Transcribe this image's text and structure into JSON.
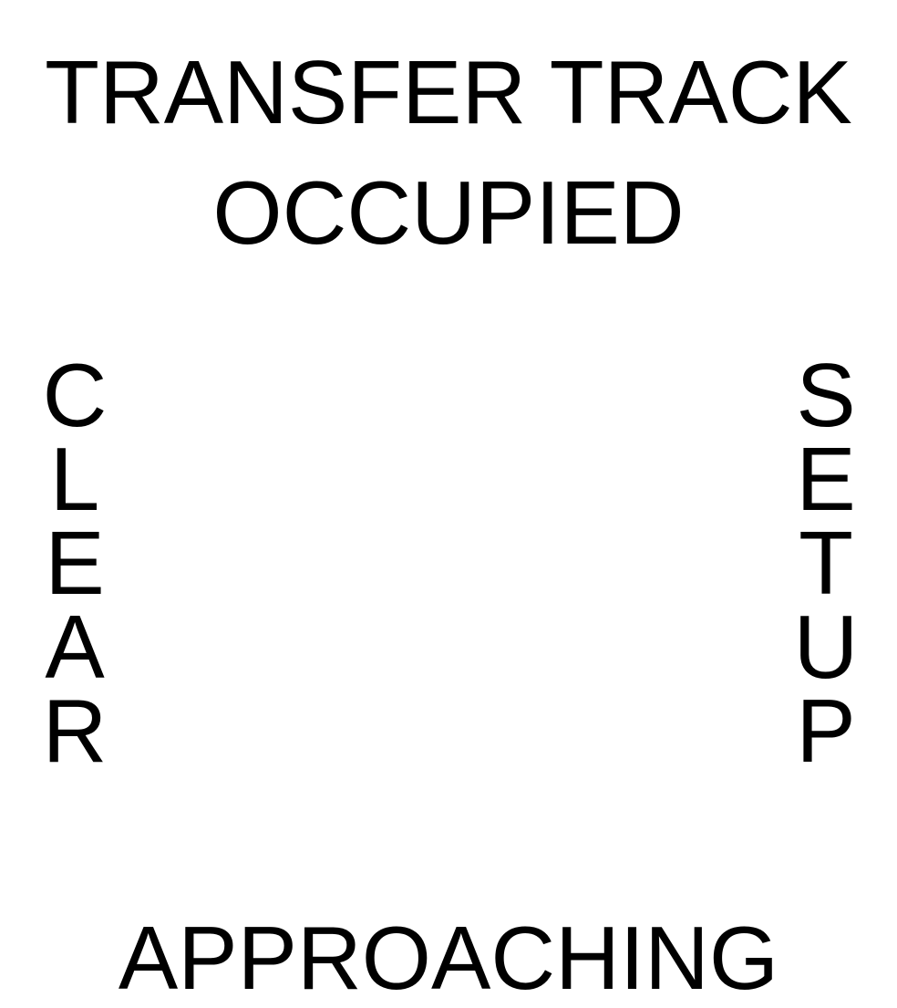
{
  "top_label": {
    "line1": "TRANSFER TRACK",
    "line2": "OCCUPIED"
  },
  "left_label": {
    "text": "CLEAR",
    "letters": [
      "C",
      "L",
      "E",
      "A",
      "R"
    ]
  },
  "right_label": {
    "text": "SETUP",
    "letters": [
      "S",
      "E",
      "T",
      "U",
      "P"
    ]
  },
  "bottom_label": {
    "text": "APPROACHING"
  }
}
